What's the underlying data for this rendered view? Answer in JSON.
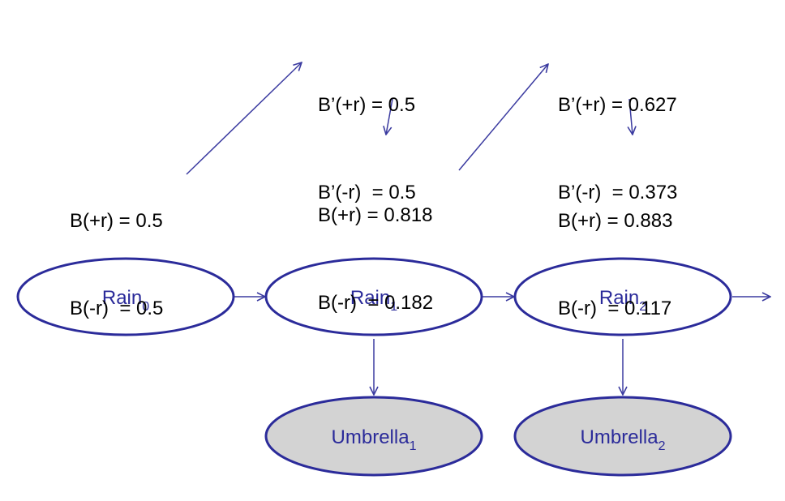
{
  "colors": {
    "edge": "#3b3ba0",
    "node_stroke": "#2b2b9a",
    "node_fill_hidden": "#ffffff",
    "node_fill_observed": "#d3d3d3",
    "node_text": "#2b2b9a",
    "belief_text": "#000000"
  },
  "beliefs": {
    "t0": {
      "plus": "B(+r) = 0.5",
      "minus": "B(-r)  = 0.5"
    },
    "t1_predict": {
      "plus": "B’(+r) = 0.5",
      "minus": "B’(-r)  = 0.5"
    },
    "t1_update": {
      "plus": "B(+r) = 0.818",
      "minus": "B(-r)  = 0.182"
    },
    "t2_predict": {
      "plus": "B’(+r) = 0.627",
      "minus": "B’(-r)  = 0.373"
    },
    "t2_update": {
      "plus": "B(+r) = 0.883",
      "minus": "B(-r)  = 0.117"
    }
  },
  "nodes": {
    "rain0": {
      "base": "Rain",
      "sub": "0"
    },
    "rain1": {
      "base": "Rain",
      "sub": "1"
    },
    "rain2": {
      "base": "Rain",
      "sub": "2"
    },
    "umbrella1": {
      "base": "Umbrella",
      "sub": "1"
    },
    "umbrella2": {
      "base": "Umbrella",
      "sub": "2"
    }
  }
}
